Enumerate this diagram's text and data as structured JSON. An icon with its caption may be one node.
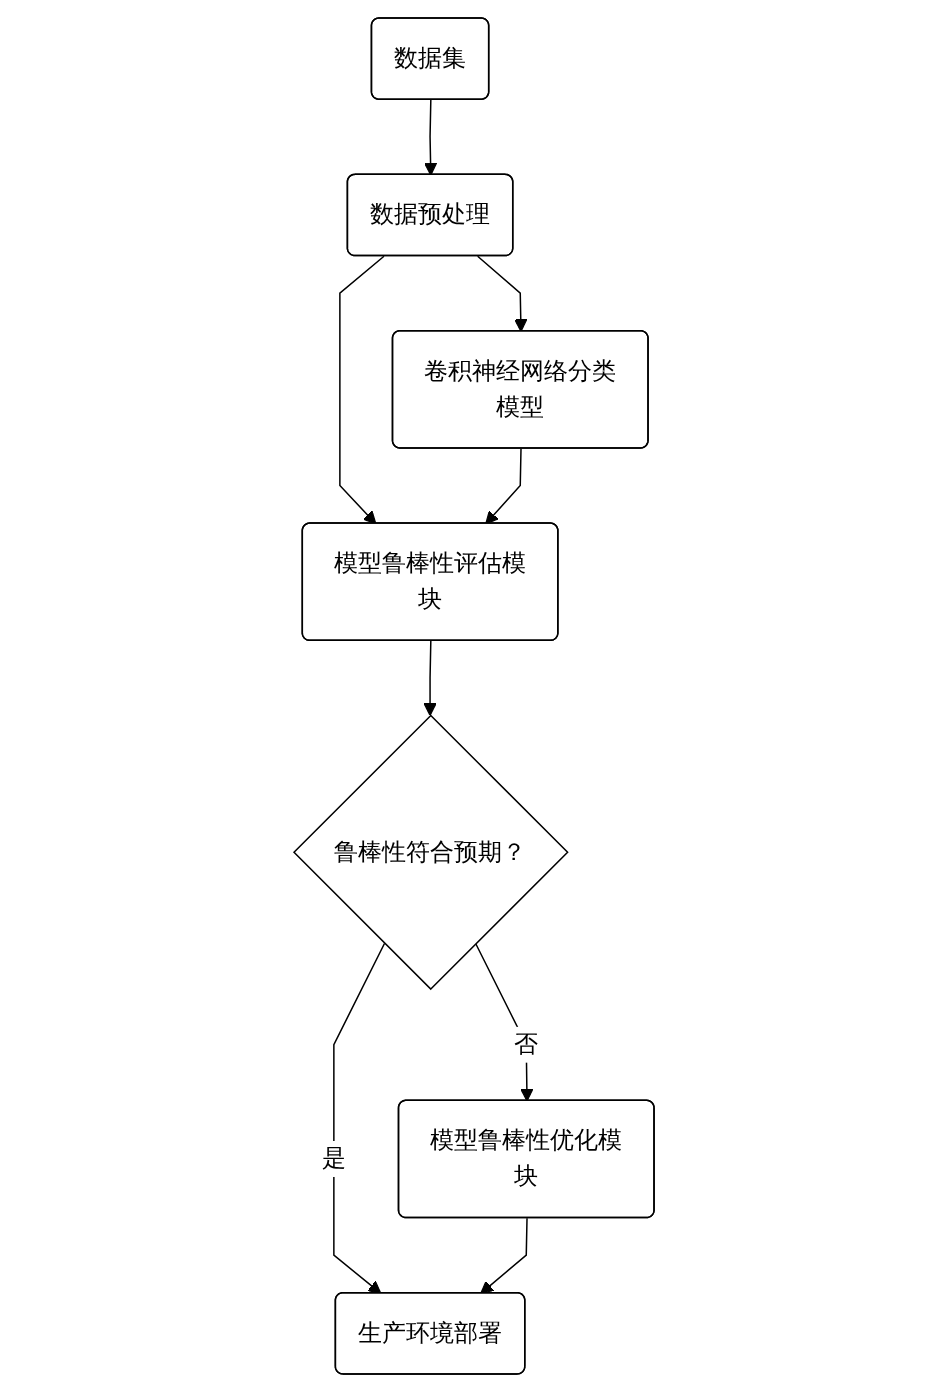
{
  "diagram": {
    "nodes": [
      {
        "text": [
          "数据集"
        ]
      },
      {
        "text": [
          "数据预处理"
        ]
      },
      {
        "text": [
          "卷积神经网络分类模型"
        ]
      },
      {
        "text": [
          "模型鲁棒性评估模块"
        ]
      },
      {
        "text": [
          "鲁棒性符合预期？"
        ]
      },
      {
        "text": [
          "模型鲁棒性优化模块"
        ]
      },
      {
        "text": [
          "生产环境部署"
        ]
      }
    ],
    "edges": [
      {
        "from": 0,
        "to": 1,
        "arrow": "to"
      },
      {
        "from": 1,
        "to": 2,
        "arrow": "to"
      },
      {
        "from": 1,
        "to": 3,
        "arrow": "to"
      },
      {
        "from": 2,
        "to": 3,
        "arrow": "to"
      },
      {
        "from": 3,
        "to": 4,
        "arrow": "to"
      },
      {
        "from": 4,
        "to": 5,
        "arrow": "to",
        "label": "否"
      },
      {
        "from": 4,
        "to": 6,
        "arrow": "to",
        "label": "是"
      },
      {
        "from": 5,
        "to": 6,
        "arrow": "to"
      }
    ]
  }
}
